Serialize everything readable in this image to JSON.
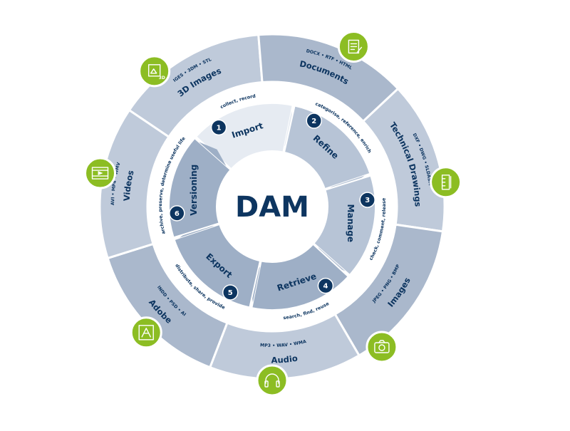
{
  "center": {
    "title": "DAM"
  },
  "colors": {
    "outer_segment": "#bfcada",
    "outer_segment_alt": "#aab8cc",
    "separator": "#ffffff",
    "inner_ring_bg": "#ffffff",
    "step_light": "#e6ebf2",
    "step_mid": "#b7c4d6",
    "step_dark": "#9eafc6",
    "text_dark": "#0d3560",
    "badge": "#0d3560",
    "icon_green": "#8cbd23"
  },
  "formats": [
    {
      "title": "3D Images",
      "list": "IGES • 3DM • STL",
      "icon": "3d-image-icon"
    },
    {
      "title": "Documents",
      "list": "DOCX • RTF • HTML",
      "icon": "document-icon"
    },
    {
      "title": "Technical Drawings",
      "list": "DXF • DWG • SLDASM",
      "icon": "technical-drawing-icon"
    },
    {
      "title": "Images",
      "list": "JPEG • PNG • BMP",
      "icon": "camera-icon"
    },
    {
      "title": "Audio",
      "list": "MP3 • WAV • WMA",
      "icon": "headphones-icon"
    },
    {
      "title": "Adobe",
      "list": "INDD • PSD • AI",
      "icon": "adobe-icon"
    },
    {
      "title": "Videos",
      "list": "AVI • MP4 • WMV",
      "icon": "video-icon"
    }
  ],
  "steps": [
    {
      "number": "1",
      "label": "Import",
      "desc": "collect, record"
    },
    {
      "number": "2",
      "label": "Refine",
      "desc": "categorise, reference, enrich"
    },
    {
      "number": "3",
      "label": "Manage",
      "desc": "check, comment, release"
    },
    {
      "number": "4",
      "label": "Retrieve",
      "desc": "search, find, reuse"
    },
    {
      "number": "5",
      "label": "Export",
      "desc": "distribute, share, provide"
    },
    {
      "number": "6",
      "label": "Versioning",
      "desc": "archive, preserve, determine useful life"
    }
  ]
}
